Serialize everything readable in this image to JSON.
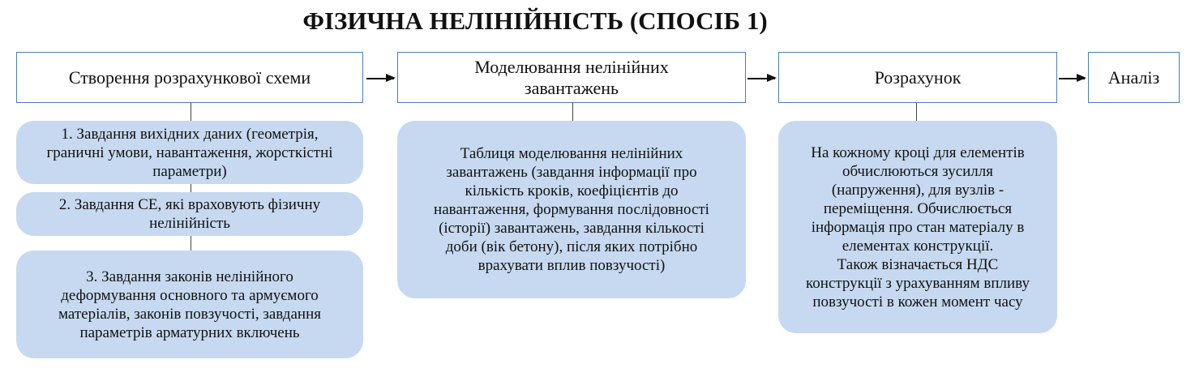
{
  "title": "ФІЗИЧНА НЕЛІНІЙНІСТЬ (СПОСІБ 1)",
  "steps": [
    {
      "label": "Створення розрахункової схеми"
    },
    {
      "label": "Моделювання нелінійних\nзавантажень"
    },
    {
      "label": "Розрахунок"
    },
    {
      "label": "Аналіз"
    }
  ],
  "details": {
    "scheme": [
      "1. Завдання вихідних даних (геометрія,\nграничні умови, навантаження, жорсткістні\nпараметри)",
      "2. Завдання СЕ, які враховують фізичну\nнелінійність",
      "3. Завдання законів нелінійного\nдеформування основного та армуємого\nматеріалів, законів повзучості, завдання\nпараметрів арматурних включень"
    ],
    "loading": "Таблиця моделювання нелінійних\nзавантажень (завдання інформації про\nкількість кроків, коефіцієнтів до\nнавантаження, формування послідовності\n(історії) завантажень, завдання кількості\nдоби (вік бетону), після яких потрібно\nврахувати вплив повзучості)",
    "calculation": "На кожному кроці для елементів\nобчислюються зусилля\n(напруження), для вузлів -\nпереміщення. Обчислюється\nінформація про стан матеріалу в\nелементах конструкції.\nТакож візначається НДС\nконструкції з урахуванням впливу\nповзучості в кожен момент часу"
  },
  "colors": {
    "border": "#4a7ebb",
    "fill": "#c6d9f0"
  }
}
